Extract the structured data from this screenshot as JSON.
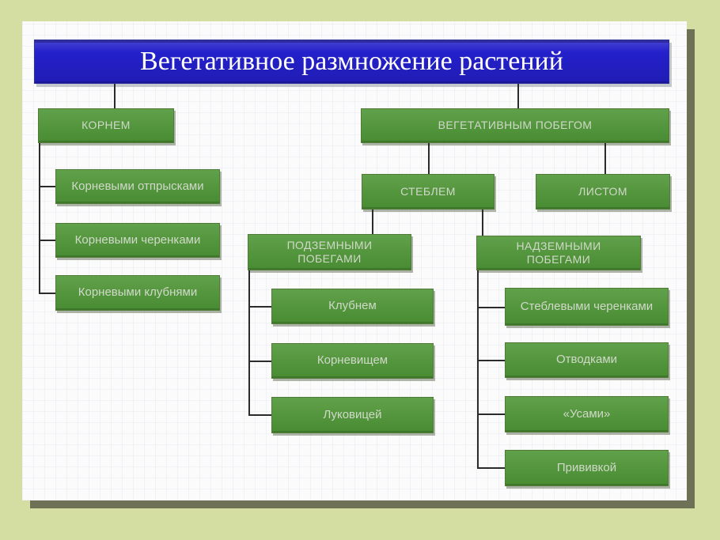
{
  "colors": {
    "page_background": "#d4dea2",
    "panel_background": "#fbfbfc",
    "panel_shadow": "#6e7156",
    "title_blue": "#2420cb",
    "node_green": "#4e9636",
    "node_text": "#d0d9c9",
    "title_text": "#ffffff",
    "connector": "#2b2b2b"
  },
  "title": "Вегетативное размножение растений",
  "diagram": {
    "by_root": {
      "label": "КОРНЕМ",
      "items": [
        "Корневыми отпрысками",
        "Корневыми черенками",
        "Корневыми клубнями"
      ]
    },
    "by_vegetative_shoot": {
      "label": "ВЕГЕТАТИВНЫМ ПОБЕГОМ",
      "by_stem": {
        "label": "СТЕБЛЕМ"
      },
      "by_leaf": {
        "label": "ЛИСТОМ"
      },
      "underground_shoots": {
        "label": "ПОДЗЕМНЫМИ ПОБЕГАМИ",
        "items": [
          "Клубнем",
          "Корневищем",
          "Луковицей"
        ]
      },
      "aboveground_shoots": {
        "label": "НАДЗЕМНЫМИ ПОБЕГАМИ",
        "items": [
          "Стеблевыми черенками",
          "Отводками",
          "«Усами»",
          "Прививкой"
        ]
      }
    }
  }
}
